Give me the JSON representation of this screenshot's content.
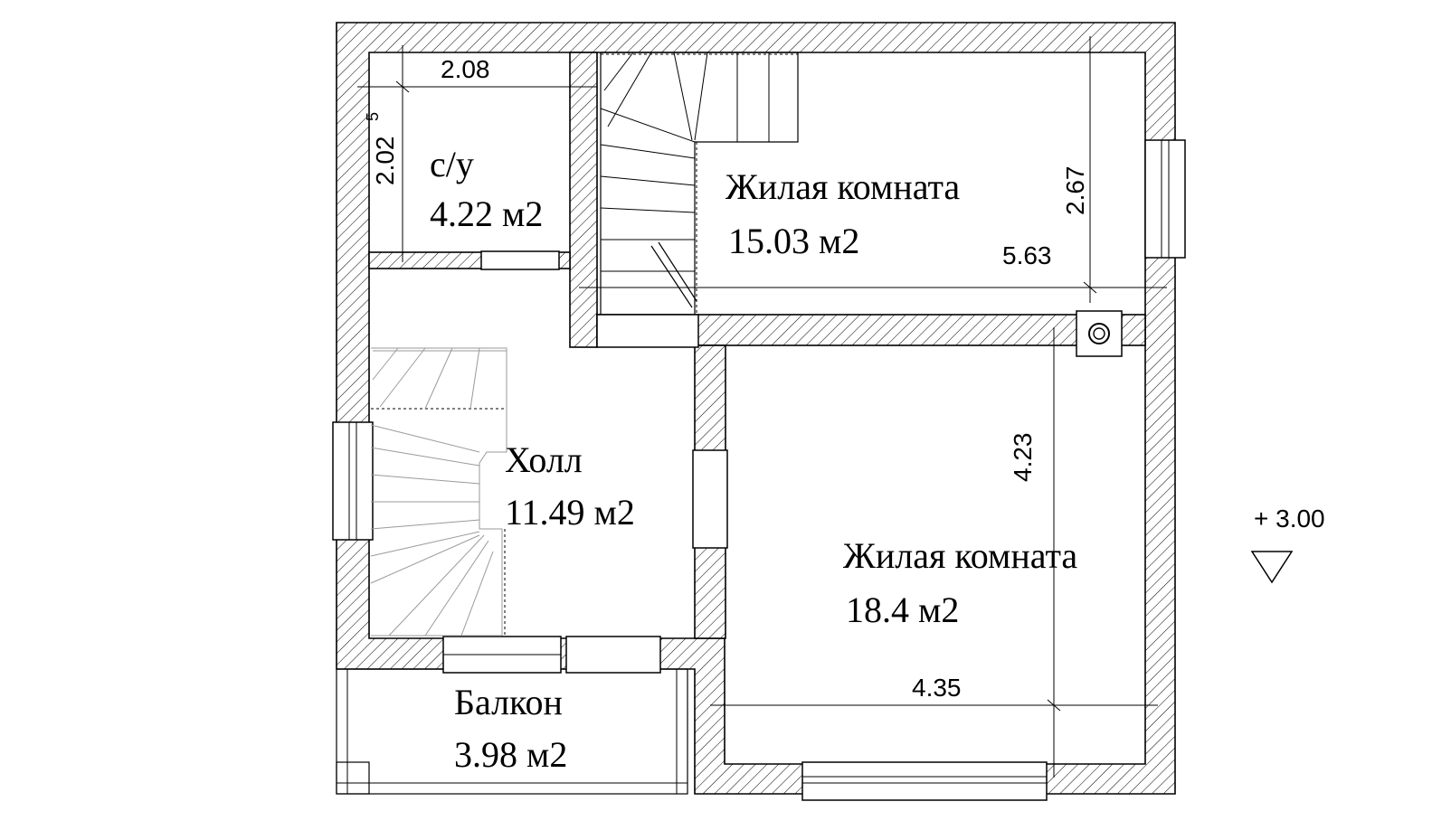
{
  "rooms": {
    "bathroom": {
      "name": "с/у",
      "area": "4.22 м2"
    },
    "living_top": {
      "name": "Жилая комната",
      "area": "15.03 м2"
    },
    "hall": {
      "name": "Холл",
      "area": "11.49 м2"
    },
    "living_bottom": {
      "name": "Жилая комната",
      "area": "18.4 м2"
    },
    "balcony": {
      "name": "Балкон",
      "area": "3.98 м2"
    }
  },
  "dimensions": {
    "bath_width": "2.08",
    "bath_height": "2.02",
    "bath_height_sup": "5",
    "living_top_width": "5.63",
    "living_top_height": "2.67",
    "living_bottom_height": "4.23",
    "living_bottom_width": "4.35"
  },
  "level_mark": "+ 3.00"
}
